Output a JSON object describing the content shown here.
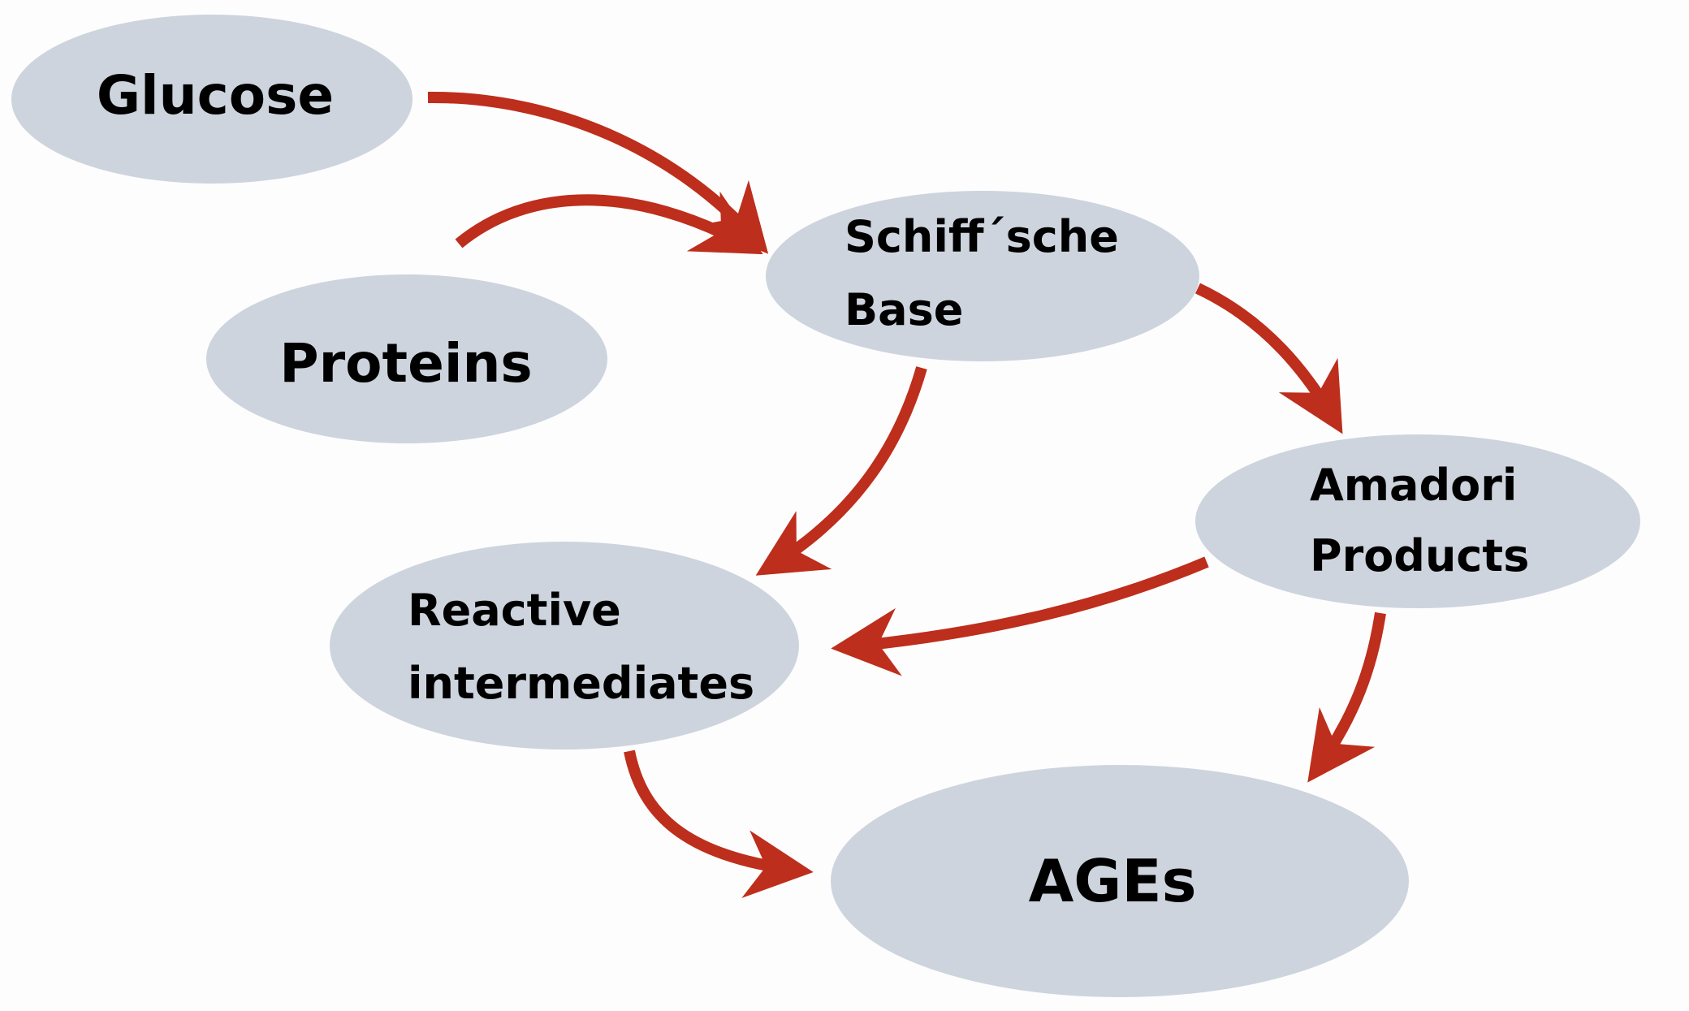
{
  "diagram": {
    "title": "AGE formation pathway",
    "colors": {
      "node_fill": "#cdd4dd",
      "arrow": "#bd2e1c",
      "text": "#000000",
      "background": "#fdfdfd"
    },
    "nodes": [
      {
        "id": "glucose",
        "lines": [
          "Glucose"
        ]
      },
      {
        "id": "proteins",
        "lines": [
          "Proteins"
        ]
      },
      {
        "id": "schiff",
        "lines": [
          "Schiff´sche",
          "Base"
        ]
      },
      {
        "id": "amadori",
        "lines": [
          "Amadori",
          "Products"
        ]
      },
      {
        "id": "reactive",
        "lines": [
          "Reactive",
          "intermediates"
        ]
      },
      {
        "id": "ages",
        "lines": [
          "AGEs"
        ]
      }
    ],
    "edges": [
      {
        "from": "glucose",
        "to": "schiff"
      },
      {
        "from": "proteins",
        "to": "schiff"
      },
      {
        "from": "schiff",
        "to": "amadori"
      },
      {
        "from": "schiff",
        "to": "reactive"
      },
      {
        "from": "amadori",
        "to": "reactive"
      },
      {
        "from": "amadori",
        "to": "ages"
      },
      {
        "from": "reactive",
        "to": "ages"
      }
    ]
  }
}
